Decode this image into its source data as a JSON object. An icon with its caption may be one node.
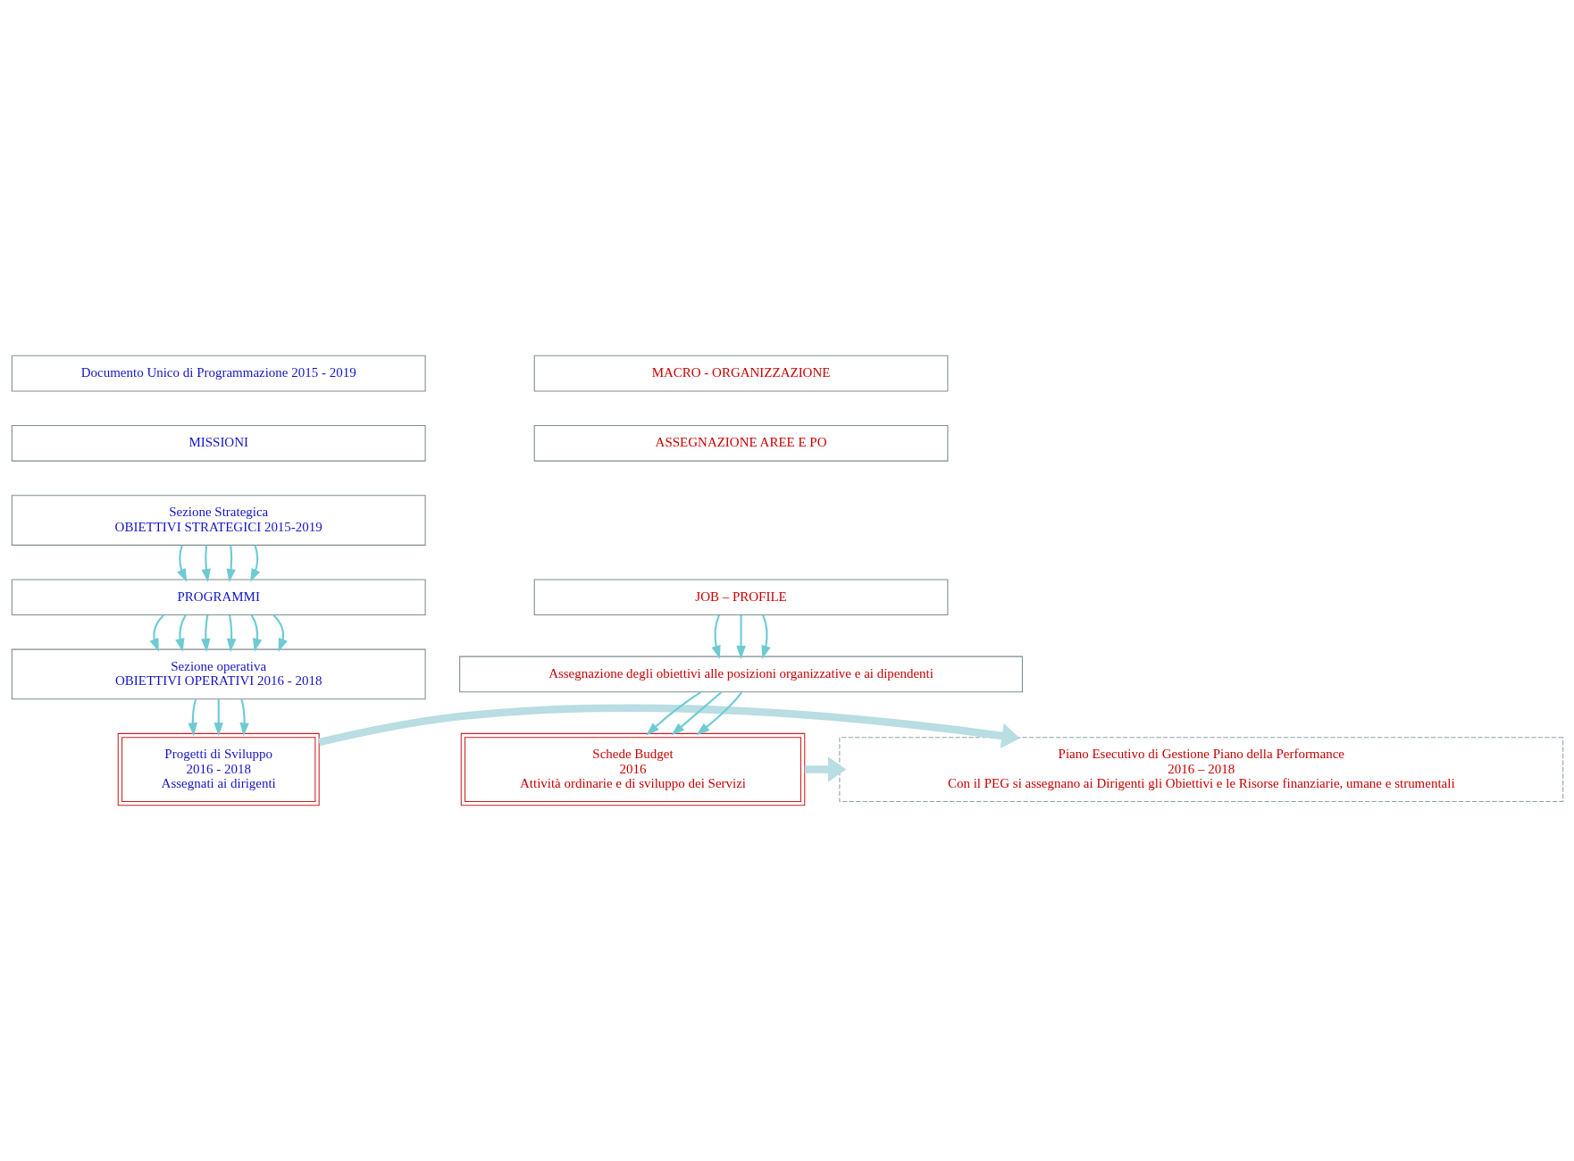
{
  "diagram": {
    "nodes": [
      {
        "text": [
          "Documento Unico di Programmazione 2015 - 2019"
        ]
      },
      {
        "text": [
          "MISSIONI"
        ]
      },
      {
        "text": [
          "Sezione Strategica",
          "OBIETTIVI STRATEGICI 2015-2019"
        ]
      },
      {
        "text": [
          "PROGRAMMI"
        ]
      },
      {
        "text": [
          "Sezione operativa",
          "OBIETTIVI OPERATIVI 2016 - 2018"
        ]
      },
      {
        "text": [
          "Progetti di Sviluppo",
          "2016 - 2018",
          "Assegnati ai dirigenti"
        ]
      },
      {
        "text": [
          "Piano Esecutivo di Gestione Piano della Performance",
          "2016 – 2018",
          "Con il PEG si assegnano ai Dirigenti gli Obiettivi e le Risorse finanziarie, umane e strumentali"
        ]
      },
      {
        "text": [
          "MACRO - ORGANIZZAZIONE"
        ]
      },
      {
        "text": [
          "ASSEGNAZIONE AREE E PO"
        ]
      },
      {
        "text": [
          "JOB – PROFILE"
        ]
      },
      {
        "text": [
          "Assegnazione degli obiettivi alle posizioni organizzative e ai dipendenti"
        ]
      },
      {
        "text": [
          "Schede Budget",
          "2016",
          "Attività ordinarie e di sviluppo dei Servizi"
        ]
      }
    ],
    "edges": [
      {
        "from": 2,
        "to": 3,
        "arrow": "to"
      },
      {
        "from": 2,
        "to": 3,
        "arrow": "to"
      },
      {
        "from": 2,
        "to": 3,
        "arrow": "to"
      },
      {
        "from": 2,
        "to": 3,
        "arrow": "to"
      },
      {
        "from": 3,
        "to": 4,
        "arrow": "to"
      },
      {
        "from": 3,
        "to": 4,
        "arrow": "to"
      },
      {
        "from": 3,
        "to": 4,
        "arrow": "to"
      },
      {
        "from": 3,
        "to": 4,
        "arrow": "to"
      },
      {
        "from": 3,
        "to": 4,
        "arrow": "to"
      },
      {
        "from": 3,
        "to": 4,
        "arrow": "to"
      },
      {
        "from": 4,
        "to": 5,
        "arrow": "to"
      },
      {
        "from": 4,
        "to": 5,
        "arrow": "to"
      },
      {
        "from": 4,
        "to": 5,
        "arrow": "to"
      },
      {
        "from": 9,
        "to": 10,
        "arrow": "to"
      },
      {
        "from": 9,
        "to": 10,
        "arrow": "to"
      },
      {
        "from": 9,
        "to": 10,
        "arrow": "to"
      },
      {
        "from": 10,
        "to": 11,
        "arrow": "to"
      },
      {
        "from": 10,
        "to": 11,
        "arrow": "to"
      },
      {
        "from": 10,
        "to": 11,
        "arrow": "to"
      },
      {
        "from": 5,
        "to": 6,
        "arrow": "to",
        "style": "thick",
        "color": "#b8dde2"
      },
      {
        "from": 11,
        "to": 6,
        "arrow": "to",
        "style": "thick",
        "color": "#b8dde2"
      }
    ]
  }
}
